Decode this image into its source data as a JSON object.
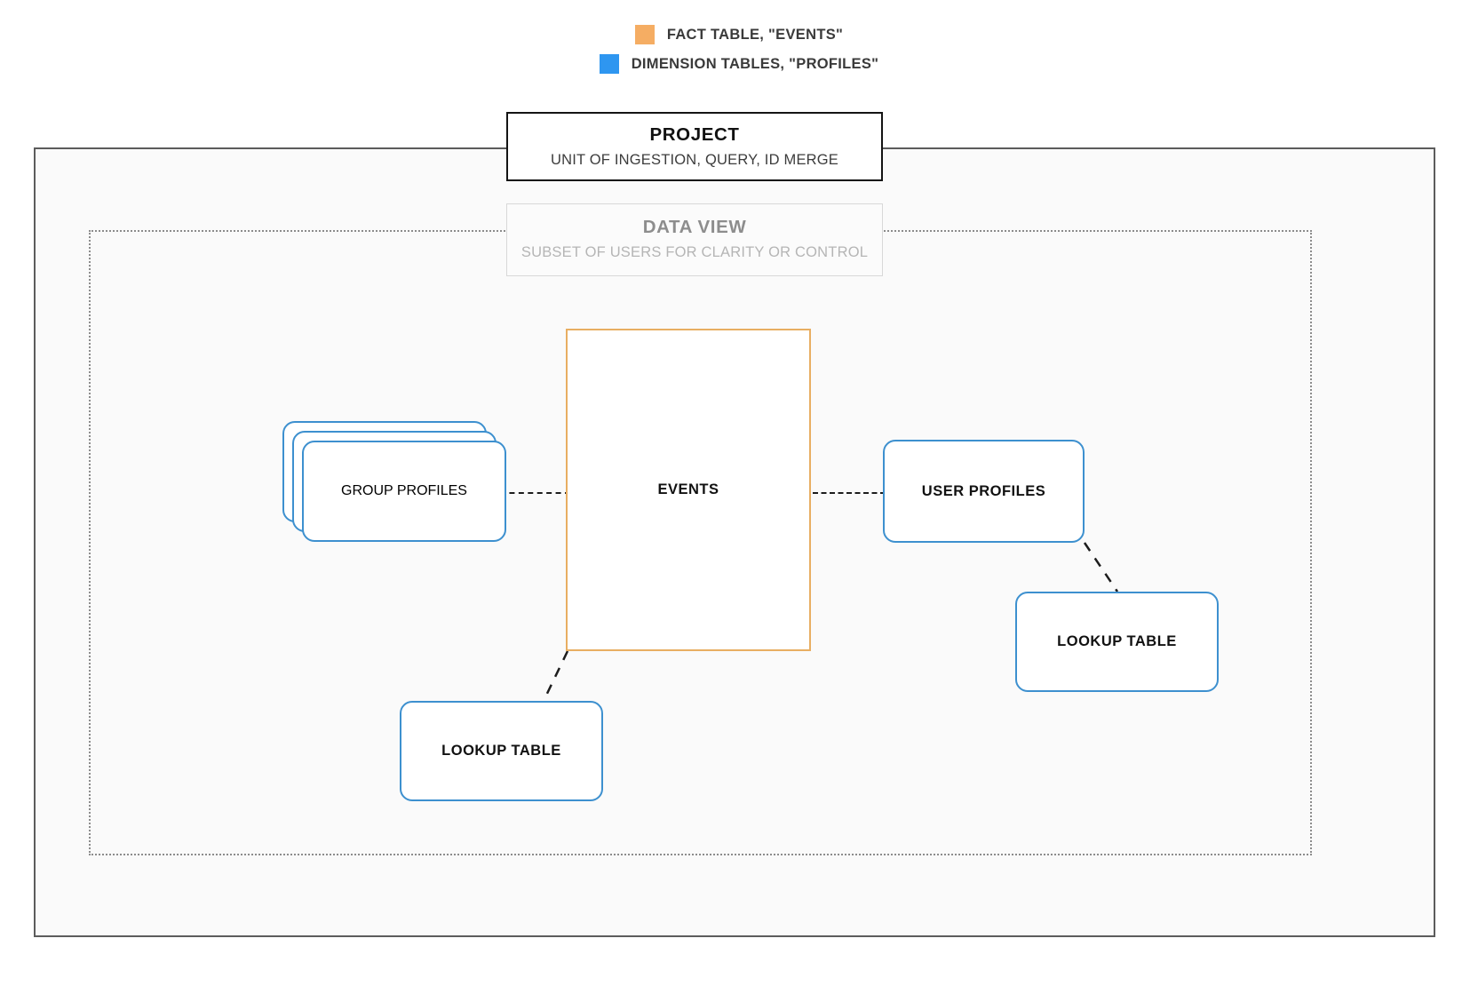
{
  "legend": {
    "items": [
      {
        "icon": "orange-square-swatch",
        "color": "#f5ad63",
        "label": "FACT TABLE, \"EVENTS\""
      },
      {
        "icon": "blue-square-swatch",
        "color": "#2e96f0",
        "label": "DIMENSION TABLES, \"PROFILES\""
      }
    ]
  },
  "project": {
    "title": "PROJECT",
    "subtitle": "UNIT OF INGESTION, QUERY, ID MERGE"
  },
  "data_view": {
    "title": "DATA VIEW",
    "subtitle": "SUBSET OF USERS FOR CLARITY OR CONTROL"
  },
  "nodes": {
    "events": {
      "label": "EVENTS",
      "color": "#e8ae62",
      "kind": "fact-table"
    },
    "group_profiles": {
      "label": "GROUP PROFILES",
      "color": "#3d90cf",
      "kind": "dimension-table-stack",
      "stack_count": 3
    },
    "user_profiles": {
      "label": "USER PROFILES",
      "color": "#3d90cf",
      "kind": "dimension-table"
    },
    "lookup_table_right": {
      "label": "LOOKUP TABLE",
      "color": "#3d90cf",
      "kind": "dimension-table"
    },
    "lookup_table_left": {
      "label": "LOOKUP TABLE",
      "color": "#3d90cf",
      "kind": "dimension-table"
    }
  },
  "connectors": [
    {
      "from": "group_profiles",
      "to": "events",
      "style": "dashed"
    },
    {
      "from": "events",
      "to": "user_profiles",
      "style": "dashed"
    },
    {
      "from": "user_profiles",
      "to": "lookup_table_right",
      "style": "dashed"
    },
    {
      "from": "events",
      "to": "lookup_table_left",
      "style": "dashed"
    }
  ],
  "colors": {
    "fact_accent": "#e8ae62",
    "dimension_accent": "#3d90cf",
    "project_border": "#141414",
    "frame_border": "#5c5c5c",
    "dataview_border": "#8c8c8c",
    "canvas": "#fafafa"
  }
}
